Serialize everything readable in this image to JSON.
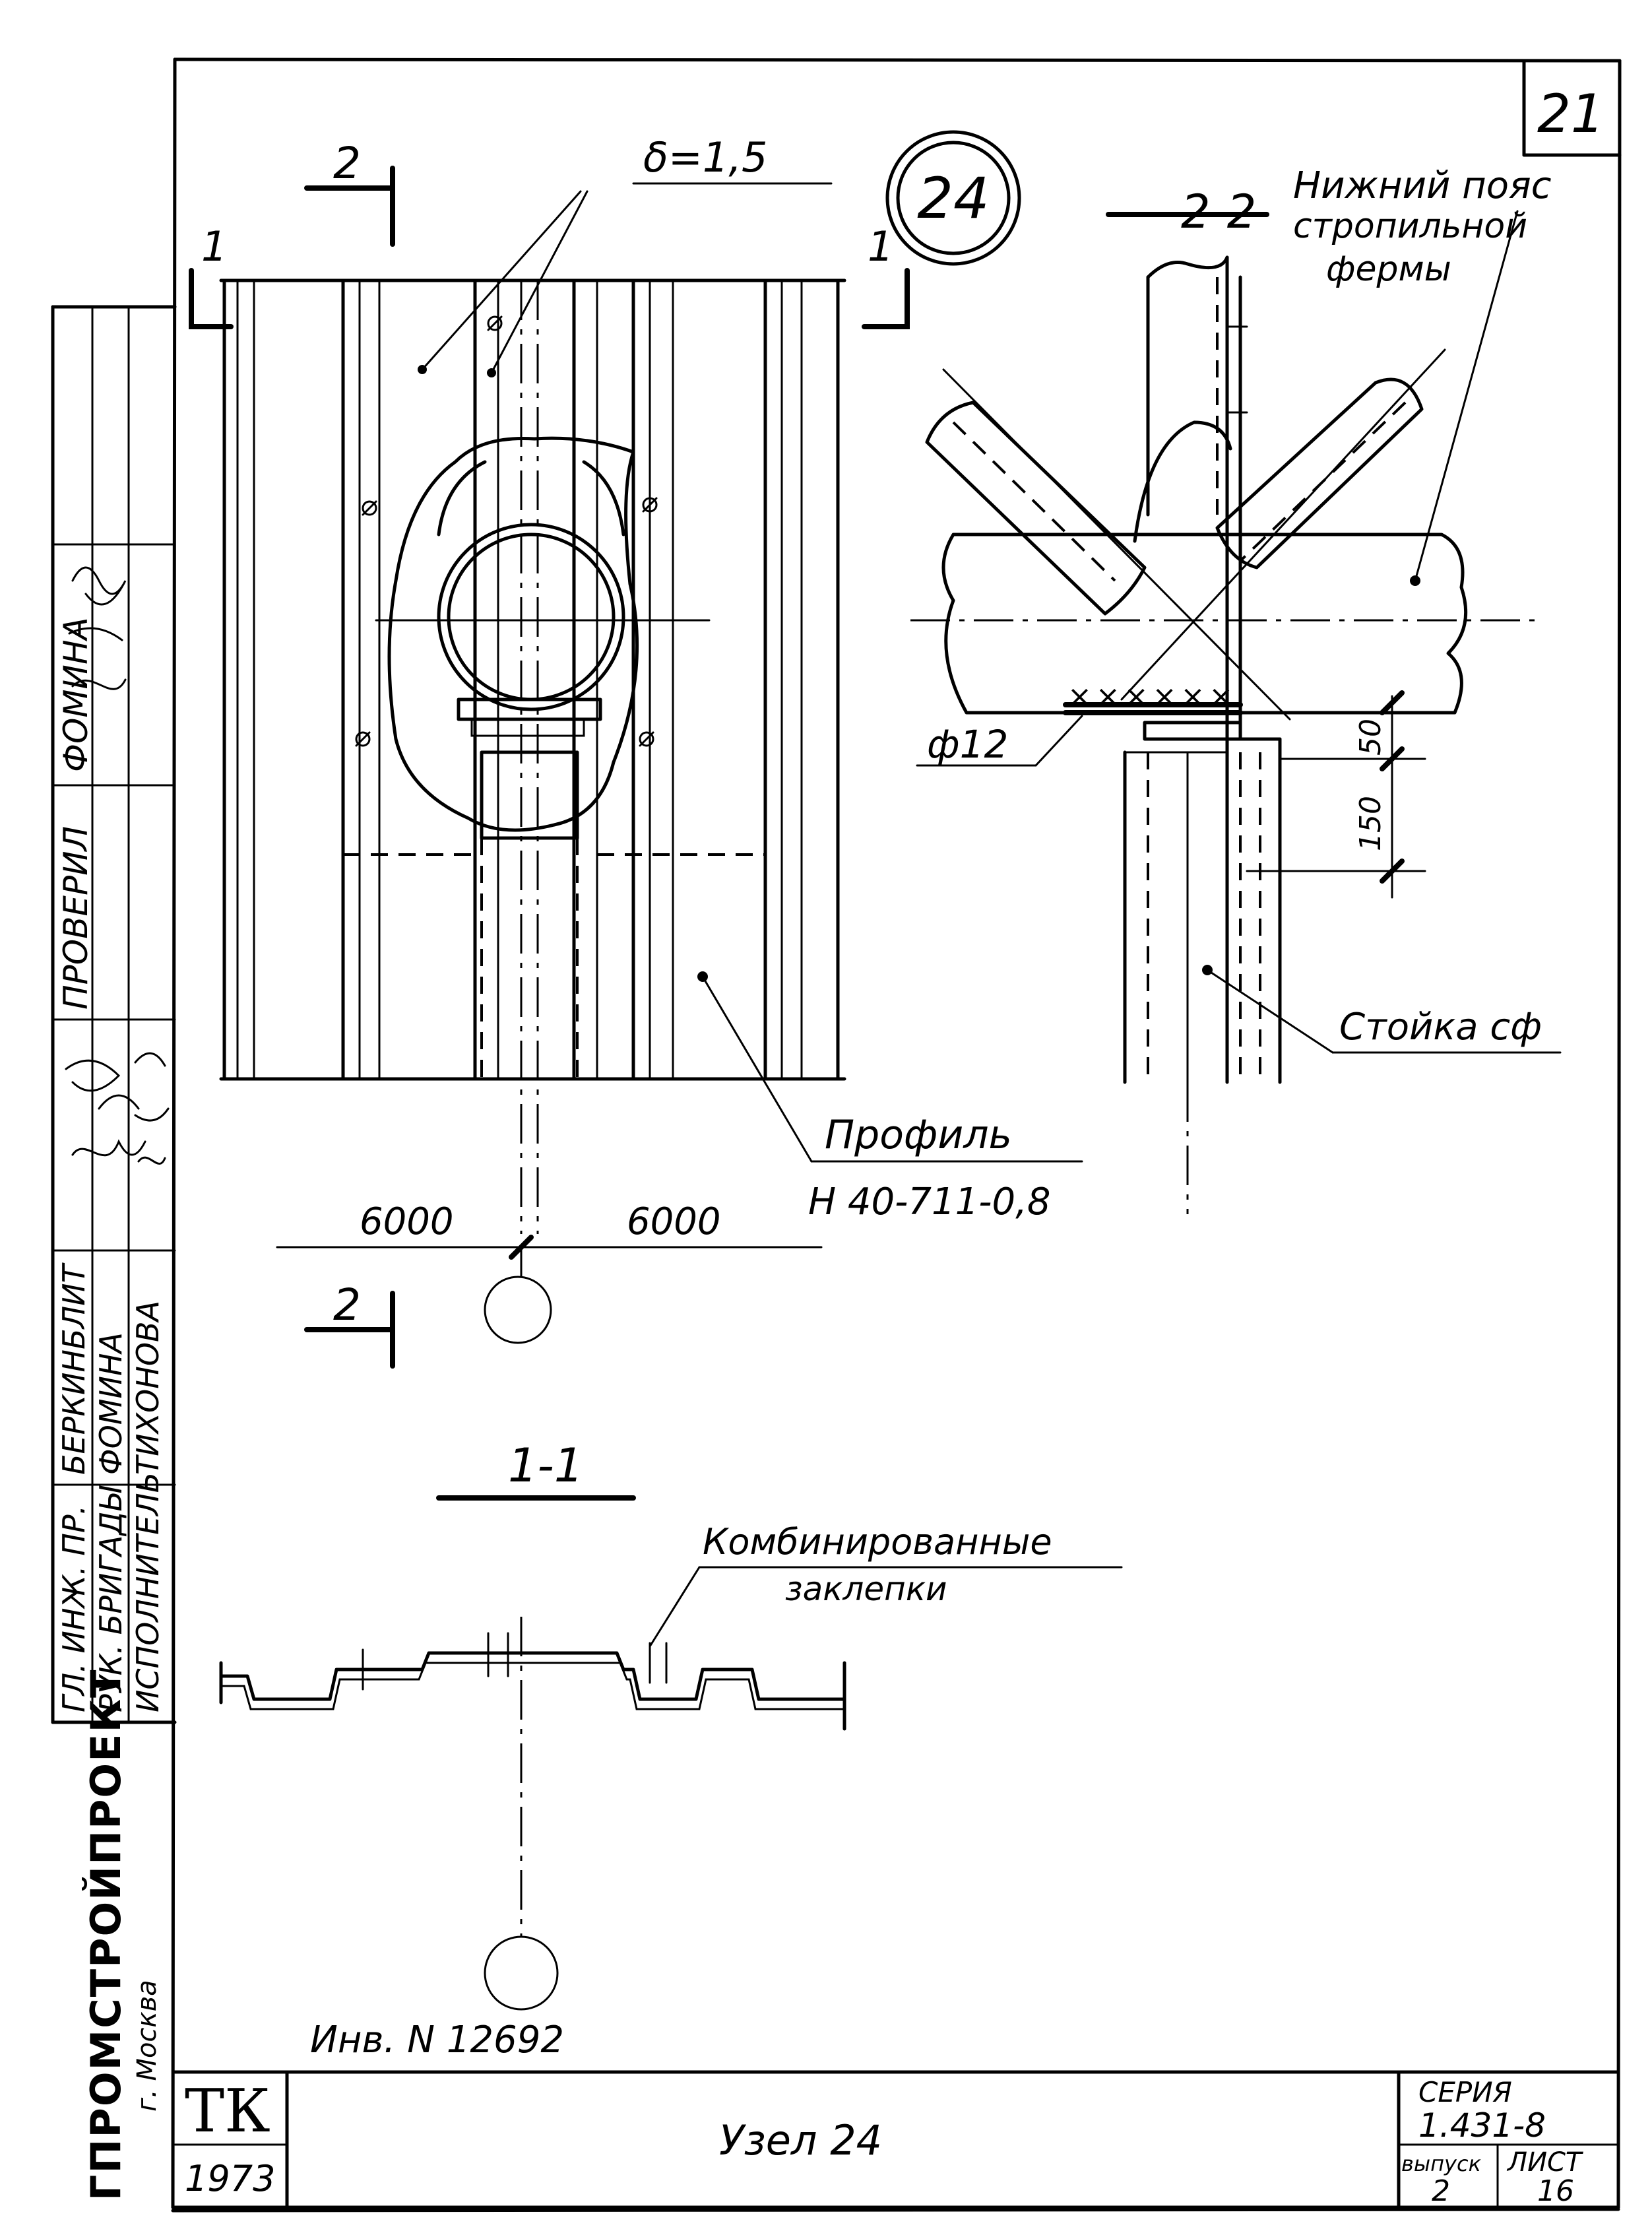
{
  "sheet": {
    "page_number": "21",
    "node_number": "24",
    "inventory": "Инв. N 12692",
    "drawing_title": "Узел 24",
    "stamp_code": "ТК",
    "year": "1973",
    "series_label": "СЕРИЯ",
    "series_value": "1.431-8",
    "issue_label": "выпуск",
    "issue_value": "2",
    "sheet_label": "ЛИСТ",
    "sheet_value": "16",
    "organization": "ГПРОМСТРОЙПРОЕКТ",
    "city": "г. Москва"
  },
  "signatures": {
    "roles": [
      "ГЛ. ИНЖ. ПР.",
      "РУК. БРИГАДЫ",
      "ИСПОЛНИТЕЛЬ",
      "ПРОВЕРИЛ"
    ],
    "names": [
      "БЕРКИНБЛИТ",
      "ФОМИНА",
      "ТИХОНОВА",
      "ФОМИНА"
    ]
  },
  "plan_view": {
    "section_mark_2": "2",
    "section_mark_1": "1",
    "thickness_note": "δ=1,5",
    "profile_label": "Профиль",
    "profile_code": "Н 40-711-0,8",
    "dim_left": "6000",
    "dim_right": "6000"
  },
  "section_2_2": {
    "title": "2-2",
    "chord_label_line1": "Нижний пояс",
    "chord_label_line2": "стропильной",
    "chord_label_line3": "фермы",
    "bolt_label": "ф12",
    "dim_top": "50",
    "dim_bottom": "150",
    "post_label": "Стойка сф"
  },
  "section_1_1": {
    "title": "1-1",
    "rivets_line1": "Комбинированные",
    "rivets_line2": "заклепки"
  }
}
